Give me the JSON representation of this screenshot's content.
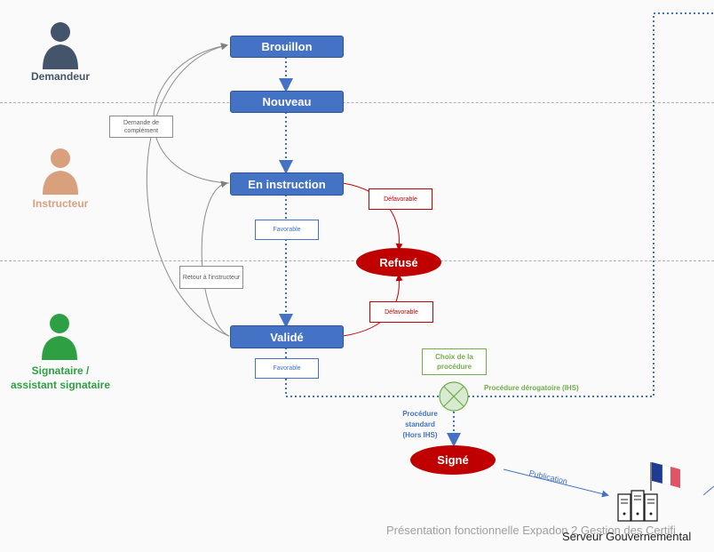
{
  "actors": {
    "demandeur": "Demandeur",
    "instructeur": "Instructeur",
    "signataire_line1": "Signataire /",
    "signataire_line2": "assistant signataire"
  },
  "states": {
    "brouillon": "Brouillon",
    "nouveau": "Nouveau",
    "en_instruction": "En instruction",
    "valide": "Validé",
    "refuse": "Refusé",
    "signe": "Signé"
  },
  "transitions": {
    "demande_complement": "Demande de complément",
    "retour_instructeur": "Retour à l'instructeur",
    "favorable_1": "Favorable",
    "favorable_2": "Favorable",
    "defavorable_1": "Défavorable",
    "defavorable_2": "Défavorable",
    "choix_procedure": "Choix de la procédure",
    "procedure_derogatoire": "Procédure dérogatoire (IHS)",
    "procedure_standard_1": "Procédure",
    "procedure_standard_2": "standard",
    "procedure_standard_3": "(Hors IHS)",
    "publication": "Publication"
  },
  "footer": "Présentation fonctionnelle Expadon 2 Gestion des Certifi",
  "server_label": "Serveur Gouvernemental",
  "icons": {
    "actor": "person-icon",
    "decision": "gateway-x-icon",
    "server": "server-icon",
    "flag": "french-flag-icon"
  },
  "colors": {
    "state_blue": "#4472c4",
    "refuse_red": "#c00000",
    "demandeur": "#44546a",
    "instructeur": "#d9a07e",
    "signataire": "#2ea043",
    "green_label": "#70ad47"
  }
}
